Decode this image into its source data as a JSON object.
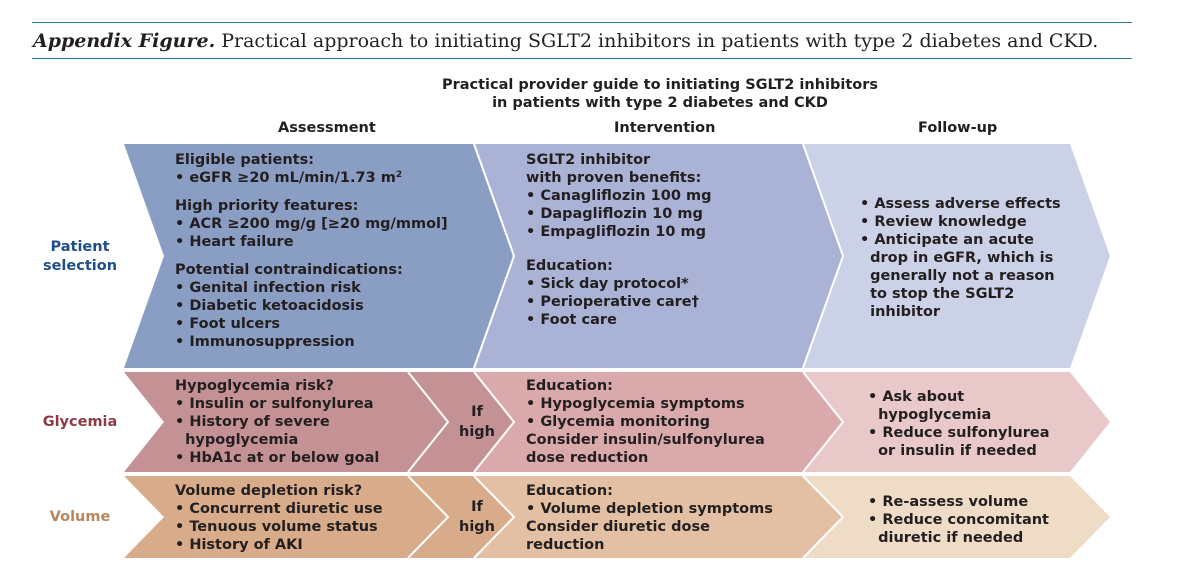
{
  "caption": {
    "label": "Appendix Figure.",
    "text": "Practical approach to initiating SGLT2 inhibitors in patients with type 2 diabetes and CKD."
  },
  "guide_title": [
    "Practical provider guide to initiating SGLT2 inhibitors",
    "in patients with type 2 diabetes and CKD"
  ],
  "columns": {
    "assessment": "Assessment",
    "intervention": "Intervention",
    "followup": "Follow-up"
  },
  "rows": {
    "patient": {
      "label": [
        "Patient",
        "selection"
      ],
      "label_color": "#1f4e8c",
      "colors": {
        "assessment": "#8a9dc3",
        "intervention": "#aab3d6",
        "followup": "#cbd1e7"
      },
      "assessment": [
        "Eligible patients:",
        "• eGFR ≥20 mL/min/1.73 m",
        "",
        "High priority features:",
        "• ACR ≥200 mg/g [≥20 mg/mmol]",
        "• Heart failure",
        "",
        "Potential contraindications:",
        "• Genital infection risk",
        "• Diabetic ketoacidosis",
        "• Foot ulcers",
        "• Immunosuppression"
      ],
      "egfr_superscript": "2",
      "intervention": [
        "SGLT2 inhibitor",
        "with proven benefits:",
        "• Canagliflozin 100 mg",
        "• Dapagliflozin 10 mg",
        "• Empagliflozin 10 mg",
        "",
        "Education:",
        "• Sick day protocol*",
        "• Perioperative care†",
        "• Foot care"
      ],
      "followup": [
        "• Assess adverse effects",
        "• Review knowledge",
        "• Anticipate an acute",
        "  drop in eGFR, which is",
        "  generally not a reason",
        "  to stop the SGLT2",
        "  inhibitor"
      ]
    },
    "glycemia": {
      "label": [
        "Glycemia"
      ],
      "label_color": "#8c3a48",
      "colors": {
        "assessment": "#c49294",
        "bridge": "#c49294",
        "intervention": "#d9a9ab",
        "followup": "#e8c8c8"
      },
      "assessment": [
        "Hypoglycemia risk?",
        "• Insulin or sulfonylurea",
        "• History of severe",
        "  hypoglycemia",
        "• HbA1c at or below goal"
      ],
      "if_high": [
        "If",
        "high"
      ],
      "intervention": [
        "Education:",
        "• Hypoglycemia symptoms",
        "• Glycemia monitoring",
        "Consider insulin/sulfonylurea",
        "dose reduction"
      ],
      "followup": [
        "• Ask about",
        "  hypoglycemia",
        "• Reduce sulfonylurea",
        "  or insulin if needed"
      ]
    },
    "volume": {
      "label": [
        "Volume"
      ],
      "label_color": "#b7875c",
      "colors": {
        "assessment": "#d8ab8b",
        "bridge": "#d8ab8b",
        "intervention": "#e3c0a3",
        "followup": "#efdcc7"
      },
      "assessment": [
        "Volume depletion risk?",
        "• Concurrent diuretic use",
        "• Tenuous volume status",
        "• History of AKI"
      ],
      "if_high": [
        "If",
        "high"
      ],
      "intervention": [
        "Education:",
        "• Volume depletion symptoms",
        "Consider diuretic dose",
        "reduction"
      ],
      "followup": [
        "• Re-assess volume",
        "• Reduce concomitant",
        "  diuretic if needed"
      ]
    }
  },
  "accent_rule_color": "#2a7a8c"
}
